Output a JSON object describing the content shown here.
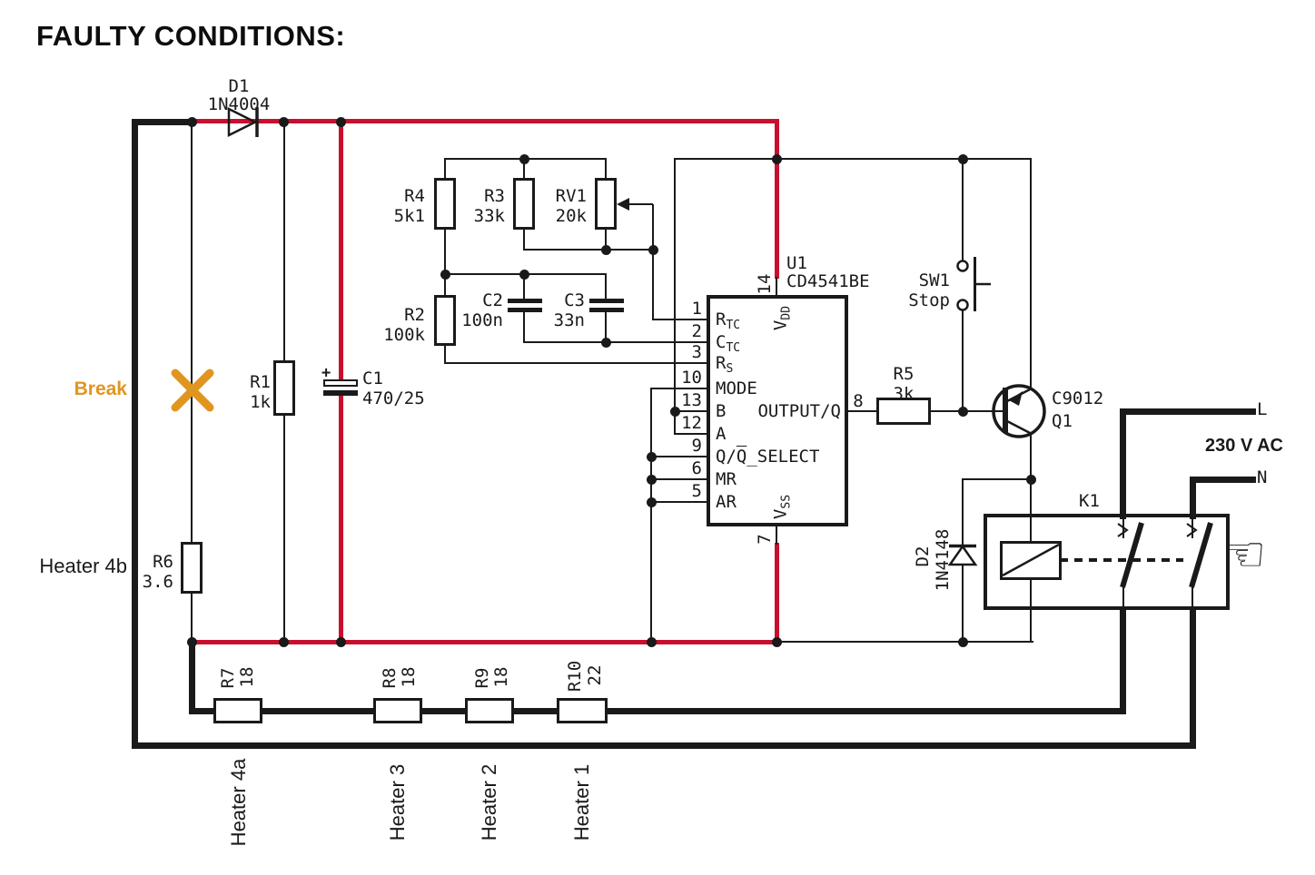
{
  "title": "FAULTY CONDITIONS:",
  "colors": {
    "wire_red": "#c8102e",
    "fault_orange": "#e0951f"
  },
  "fault": {
    "break_label": "Break",
    "heater_4b": "Heater 4b"
  },
  "icons": {
    "hand_pointer": "☜"
  },
  "components": {
    "d1_ref": "D1",
    "d1_val": "1N4004",
    "r1_ref": "R1",
    "r1_val": "1k",
    "c1_ref": "C1",
    "c1_val": "470/25",
    "c1_plus": "+",
    "r4_ref": "R4",
    "r4_val": "5k1",
    "r3_ref": "R3",
    "r3_val": "33k",
    "rv1_ref": "RV1",
    "rv1_val": "20k",
    "r2_ref": "R2",
    "r2_val": "100k",
    "c2_ref": "C2",
    "c2_val": "100n",
    "c3_ref": "C3",
    "c3_val": "33n",
    "r6_ref": "R6",
    "r6_val": "3.6",
    "r5_ref": "R5",
    "r5_val": "3k",
    "sw1_ref": "SW1",
    "sw1_val": "Stop",
    "q1_part": "C9012",
    "q1_ref": "Q1",
    "d2_ref": "D2",
    "d2_val": "1N4148",
    "k1_ref": "K1",
    "u1_ref": "U1",
    "u1_part": "CD4541BE",
    "r7_ref": "R7",
    "r7_val": "18",
    "r8_ref": "R8",
    "r8_val": "18",
    "r9_ref": "R9",
    "r9_val": "18",
    "r10_ref": "R10",
    "r10_val": "22"
  },
  "ic": {
    "pin1_num": "1",
    "pin1_main": "R",
    "pin1_sub": "TC",
    "pin2_num": "2",
    "pin2_main": "C",
    "pin2_sub": "TC",
    "pin3_num": "3",
    "pin3_main": "R",
    "pin3_sub": "S",
    "pin10_num": "10",
    "pin10_name": "MODE",
    "pin13_num": "13",
    "pin13_name": "B",
    "pin12_num": "12",
    "pin12_name": "A",
    "pin9_num": "9",
    "pin9_pre": "Q/",
    "pin9_ovl": "Q",
    "pin9_post": "_SELECT",
    "pin6_num": "6",
    "pin6_name": "MR",
    "pin5_num": "5",
    "pin5_name": "AR",
    "pin8_num": "8",
    "pin8_name": "OUTPUT/Q",
    "pin14_num": "14",
    "pin14_main": "V",
    "pin14_sub": "DD",
    "pin7_num": "7",
    "pin7_main": "V",
    "pin7_sub": "SS"
  },
  "power": {
    "line": "L",
    "neutral": "N",
    "voltage": "230 V AC"
  },
  "heaters": {
    "h4a": "Heater 4a",
    "h3": "Heater 3",
    "h2": "Heater 2",
    "h1": "Heater 1"
  }
}
